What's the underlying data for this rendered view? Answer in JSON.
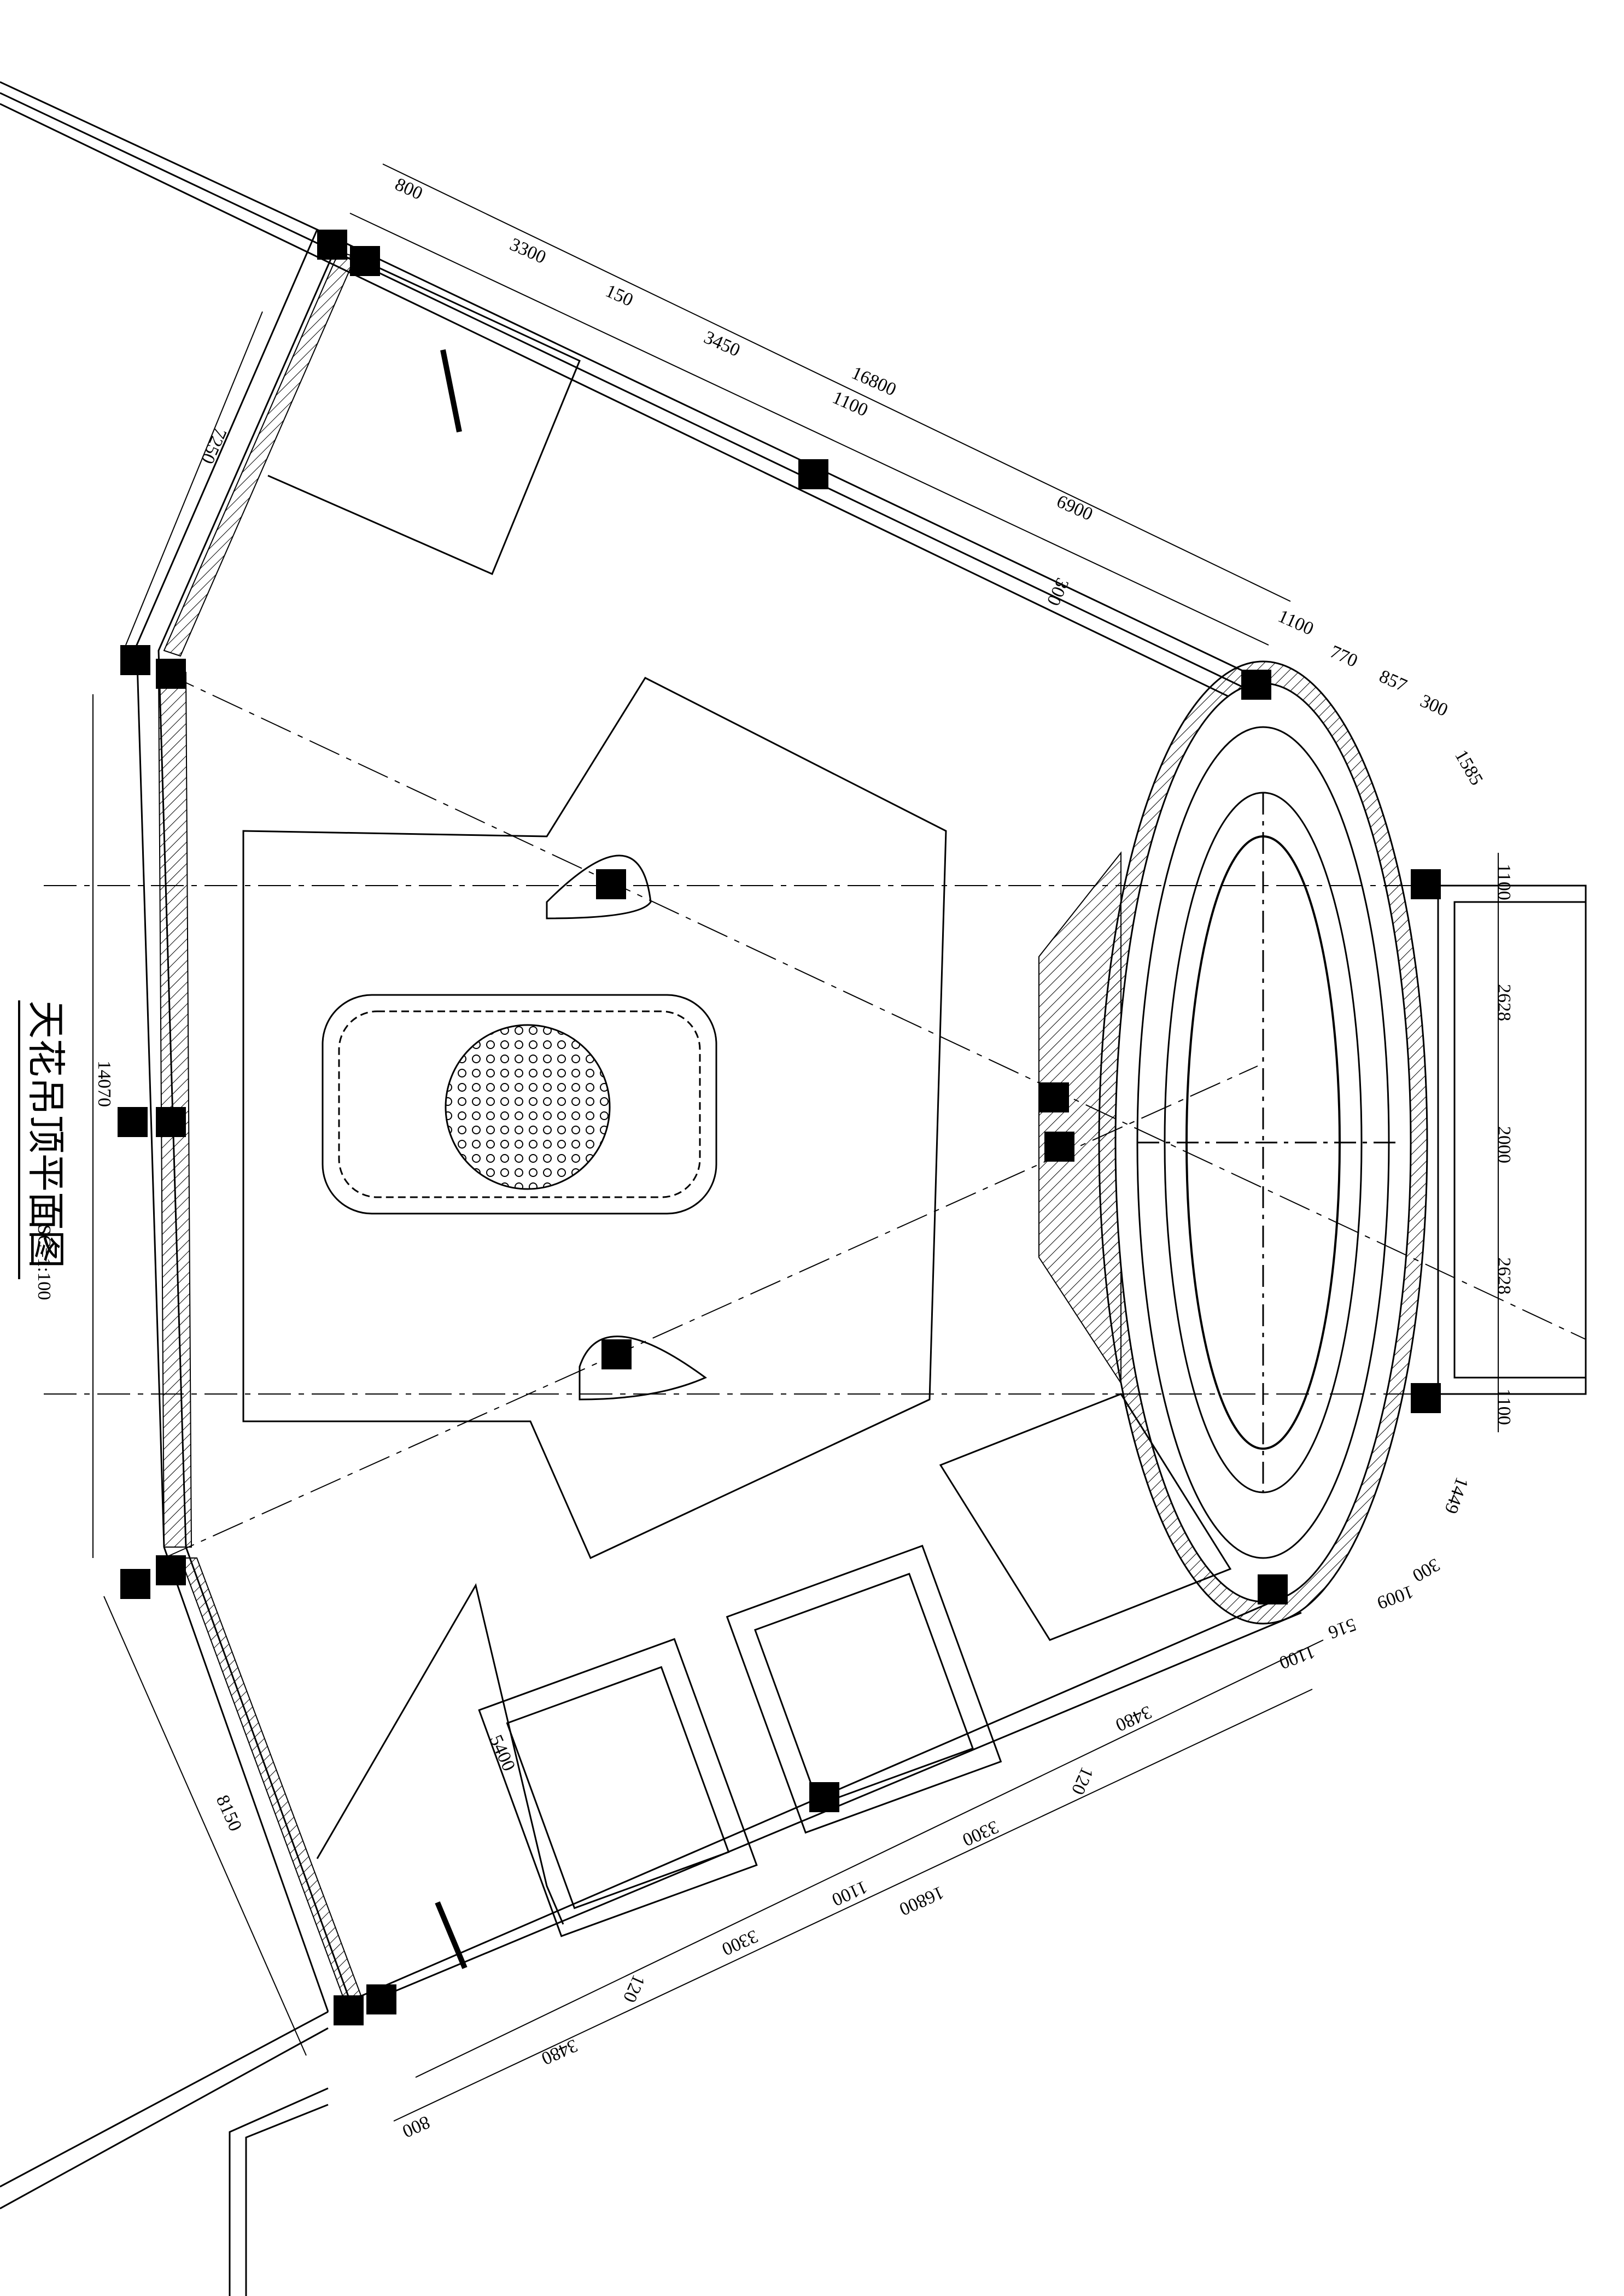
{
  "title": "天花吊顶平面图",
  "scale": "SC=1:100",
  "dimensions": {
    "top_800": "800",
    "top_3300": "3300",
    "top_150": "150",
    "top_3450": "3450",
    "top_16800": "16800",
    "top_1100a": "1100",
    "top_6900": "6900",
    "top_300": "300",
    "top_1100b": "1100",
    "arc_770": "770",
    "arc_857": "857",
    "arc_300": "300",
    "arc_1585": "1585",
    "left_7250": "7250",
    "left_14070": "14070",
    "left_8150": "8150",
    "right_1100a": "1100",
    "right_2628a": "2628",
    "right_2000": "2000",
    "right_2628b": "2628",
    "right_1100b": "1100",
    "lower_1449": "1449",
    "lower_300": "300",
    "lower_1009": "1009",
    "lower_516": "516",
    "lower_1100": "1100",
    "bot_3480a": "3480",
    "bot_120a": "120",
    "bot_3300a": "3300",
    "bot_1100": "1100",
    "bot_16800": "16800",
    "bot_3300b": "3300",
    "bot_120b": "120",
    "bot_3480b": "3480",
    "bot_800": "800",
    "room_5400": "5400"
  },
  "colors": {
    "line": "#000000",
    "background": "#ffffff"
  }
}
